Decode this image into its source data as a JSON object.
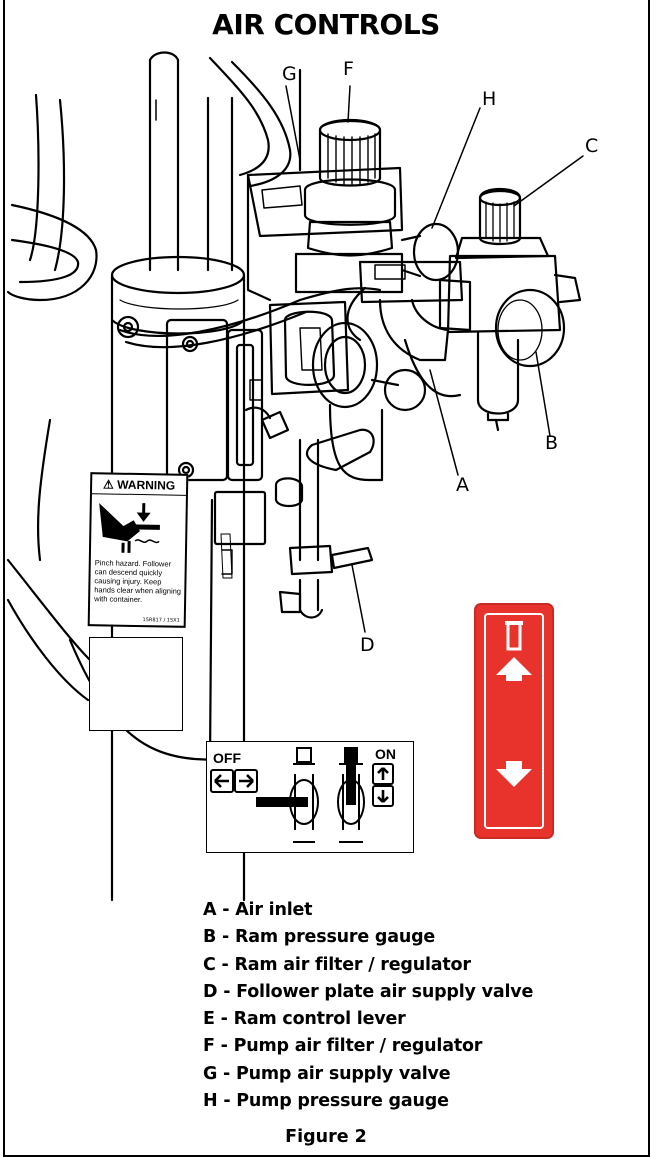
{
  "title": "AIR CONTROLS",
  "callouts": {
    "A": "A",
    "B": "B",
    "C": "C",
    "D": "D",
    "F": "F",
    "G": "G",
    "H": "H"
  },
  "warning_label": {
    "heading": "⚠ WARNING",
    "text": "Pinch hazard. Follower can descend quickly causing injury. Keep hands clear when aligning with container.",
    "code": "15R817 / 15X1"
  },
  "valve_diagram": {
    "off_label": "OFF",
    "on_label": "ON"
  },
  "legend": [
    "A - Air inlet",
    "B - Ram pressure gauge",
    "C - Ram air filter / regulator",
    "D - Follower plate air supply valve",
    "E - Ram control lever",
    "F - Pump air filter / regulator",
    "G - Pump air supply valve",
    "H - Pump pressure gauge"
  ],
  "caption": "Figure 2",
  "colors": {
    "label_red": "#e8322c"
  },
  "icons": [
    "up-arrow-icon",
    "down-arrow-icon",
    "left-arrow-icon",
    "right-arrow-icon",
    "container-icon"
  ]
}
